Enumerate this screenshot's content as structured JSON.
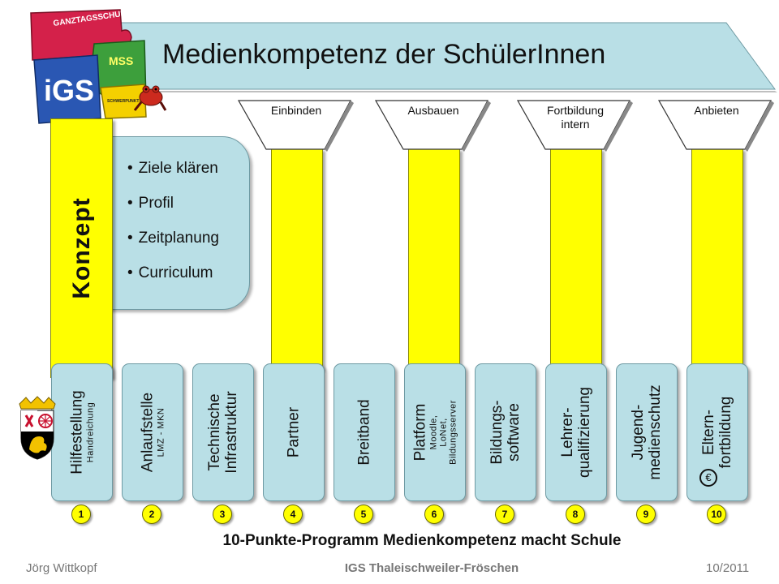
{
  "title": "Medienkompetenz der SchülerInnen",
  "logo": {
    "puzzle_words": [
      "GANZTAGSSCHULE",
      "MSS",
      "iGS",
      "SCHWERPUNKT-SCHULE"
    ],
    "colors": {
      "red": "#d4214a",
      "green": "#3d9f3c",
      "blue": "#2a57b3",
      "yellow": "#f4d000"
    },
    "frog_icon": "frog-icon"
  },
  "konzept": {
    "label": "Konzept",
    "items": [
      "Ziele klären",
      "Profil",
      "Zeitplanung",
      "Curriculum"
    ]
  },
  "funnels": [
    {
      "label": "Einbinden"
    },
    {
      "label": "Ausbauen"
    },
    {
      "label": "Fortbildung\nintern"
    },
    {
      "label": "Anbieten"
    }
  ],
  "cards": [
    {
      "number": "1",
      "main": "Hilfestellung",
      "sub": "Handreichung"
    },
    {
      "number": "2",
      "main": "Anlaufstelle",
      "sub": "LMZ - MKN"
    },
    {
      "number": "3",
      "main": "Technische\nInfrastruktur",
      "sub": ""
    },
    {
      "number": "4",
      "main": "Partner",
      "sub": ""
    },
    {
      "number": "5",
      "main": "Breitband",
      "sub": ""
    },
    {
      "number": "6",
      "main": "Platform",
      "sub": "Moodle, LoNet,\nBildungsserver"
    },
    {
      "number": "7",
      "main": "Bildungs-\nsoftware",
      "sub": ""
    },
    {
      "number": "8",
      "main": "Lehrer-\nqualifizierung",
      "sub": ""
    },
    {
      "number": "9",
      "main": "Jugend-\nmedienschutz",
      "sub": ""
    },
    {
      "number": "10",
      "main": "Eltern-\nfortbildung",
      "sub": ""
    }
  ],
  "euro_symbol": "€",
  "subtitle": "10-Punkte-Programm Medienkompetenz macht Schule",
  "footer": {
    "author": "Jörg Wittkopf",
    "school": "IGS Thaleischweiler-Fröschen",
    "date": "10/2011"
  },
  "colors": {
    "banner": "#b9dfe6",
    "pillar": "#ffff00",
    "card": "#b9dfe6",
    "crest_red": "#c8102e",
    "crest_gold": "#f2c200"
  }
}
